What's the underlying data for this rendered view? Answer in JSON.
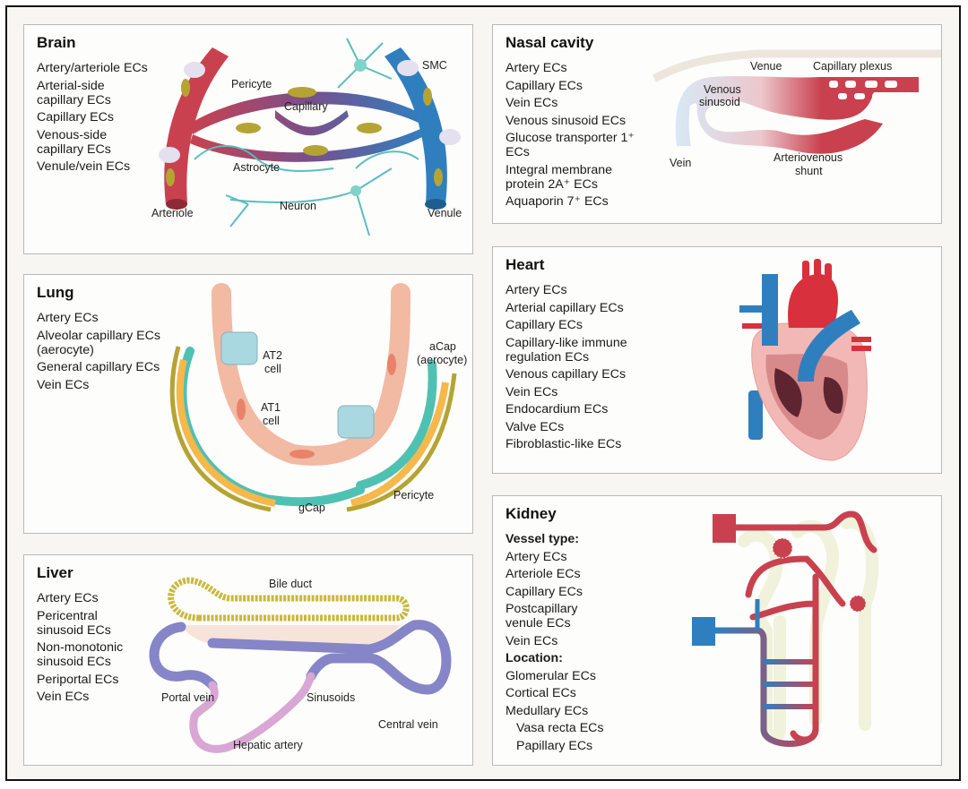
{
  "panels": {
    "brain": {
      "title": "Brain",
      "items": [
        "Artery/arteriole ECs",
        "Arterial-side capillary ECs",
        "Capillary ECs",
        "Venous-side capillary ECs",
        "Venule/vein ECs"
      ],
      "labels": {
        "pericyte": "Pericyte",
        "capillary": "Capillary",
        "smc": "SMC",
        "astrocyte": "Astrocyte",
        "arteriole": "Arteriole",
        "neuron": "Neuron",
        "venule": "Venule"
      }
    },
    "nasal": {
      "title": "Nasal cavity",
      "items": [
        "Artery ECs",
        "Capillary ECs",
        "Vein ECs",
        "Venous sinusoid ECs",
        "Glucose transporter 1⁺ ECs",
        "Integral membrane protein 2A⁺ ECs",
        "Aquaporin 7⁺ ECs"
      ],
      "labels": {
        "venule": "Venue",
        "plexus": "Capillary plexus",
        "sinusoid1": "Venous",
        "sinusoid2": "sinusoid",
        "vein": "Vein",
        "shunt1": "Arteriovenous",
        "shunt2": "shunt"
      }
    },
    "lung": {
      "title": "Lung",
      "items": [
        "Artery ECs",
        "Alveolar capillary ECs (aerocyte)",
        "General capillary ECs",
        "Vein ECs"
      ],
      "labels": {
        "at2a": "AT2",
        "at2b": "cell",
        "at1a": "AT1",
        "at1b": "cell",
        "acap1": "aCap",
        "acap2": "(aerocyte)",
        "gcap": "gCap",
        "pericyte": "Pericyte"
      }
    },
    "heart": {
      "title": "Heart",
      "items": [
        "Artery ECs",
        "Arterial capillary ECs",
        "Capillary ECs",
        "Capillary-like immune regulation ECs",
        "Venous capillary ECs",
        "Vein ECs",
        "Endocardium ECs",
        "Valve ECs",
        "Fibroblastic-like ECs"
      ]
    },
    "liver": {
      "title": "Liver",
      "items": [
        "Artery ECs",
        "Pericentral sinusoid ECs",
        "Non-monotonic sinusoid ECs",
        "Periportal ECs",
        "Vein ECs"
      ],
      "labels": {
        "bile": "Bile duct",
        "portal": "Portal vein",
        "sinusoids": "Sinusoids",
        "central": "Central vein",
        "hepatic": "Hepatic artery"
      }
    },
    "kidney": {
      "title": "Kidney",
      "vessel_heading": "Vessel type:",
      "vessel_items": [
        "Artery ECs",
        "Arteriole ECs",
        "Capillary ECs",
        "Postcapillary venule ECs",
        "Vein ECs"
      ],
      "location_heading": "Location:",
      "location_items": [
        "Glomerular ECs",
        "Cortical ECs",
        "Medullary ECs"
      ],
      "location_sub_items": [
        "Vasa recta ECs",
        "Papillary ECs"
      ]
    }
  },
  "colors": {
    "artery": "#c9414f",
    "vein": "#2f7fbf",
    "pericyte": "#b5a433",
    "astro": "#8fd0d2",
    "at1": "#f2b9a3",
    "gcap": "#4fc1b3",
    "liver_vein": "#8585c8",
    "liver_artery": "#d9a7d4"
  }
}
